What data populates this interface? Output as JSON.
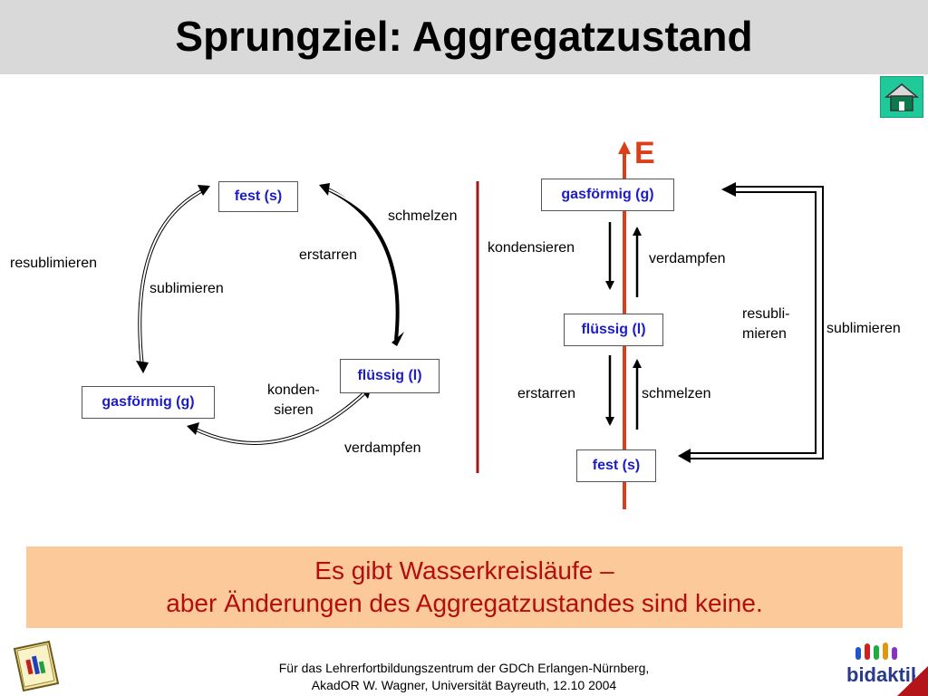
{
  "title": "Sprungziel: Aggregatzustand",
  "left_cycle": {
    "states": {
      "solid": "fest (s)",
      "liquid": "flüssig (l)",
      "gas": "gasförmig (g)"
    },
    "labels": {
      "melt": "schmelzen",
      "freeze": "erstarren",
      "resublimate": "resublimieren",
      "sublimate": "sublimieren",
      "condense": "konden-\nsieren",
      "evaporate": "verdampfen"
    }
  },
  "right_scale": {
    "energy_label": "E",
    "states": {
      "gas": "gasförmig (g)",
      "liquid": "flüssig (l)",
      "solid": "fest (s)"
    },
    "labels": {
      "condense": "kondensieren",
      "evaporate": "verdampfen",
      "freeze": "erstarren",
      "melt": "schmelzen",
      "resublimate": "resubli-\nmieren",
      "sublimate": "sublimieren"
    }
  },
  "conclusion": {
    "line1": "Es gibt Wasserkreisläufe –",
    "line2": "aber Änderungen des Aggregatzustandes sind keine."
  },
  "footer": {
    "line1": "Für das Lehrerfortbildungszentrum der GDCh Erlangen-Nürnberg,",
    "line2": "AkadOR W. Wagner, Universität Bayreuth, 12.10 2004"
  },
  "logo_text": "bidaktik",
  "colors": {
    "state_text": "#1c1cc8",
    "energy_arrow": "#d9401a",
    "divider": "#a01818",
    "conclusion_bg": "#fcc99b",
    "conclusion_text": "#b30d0d",
    "home_button": "#1fc99a"
  }
}
